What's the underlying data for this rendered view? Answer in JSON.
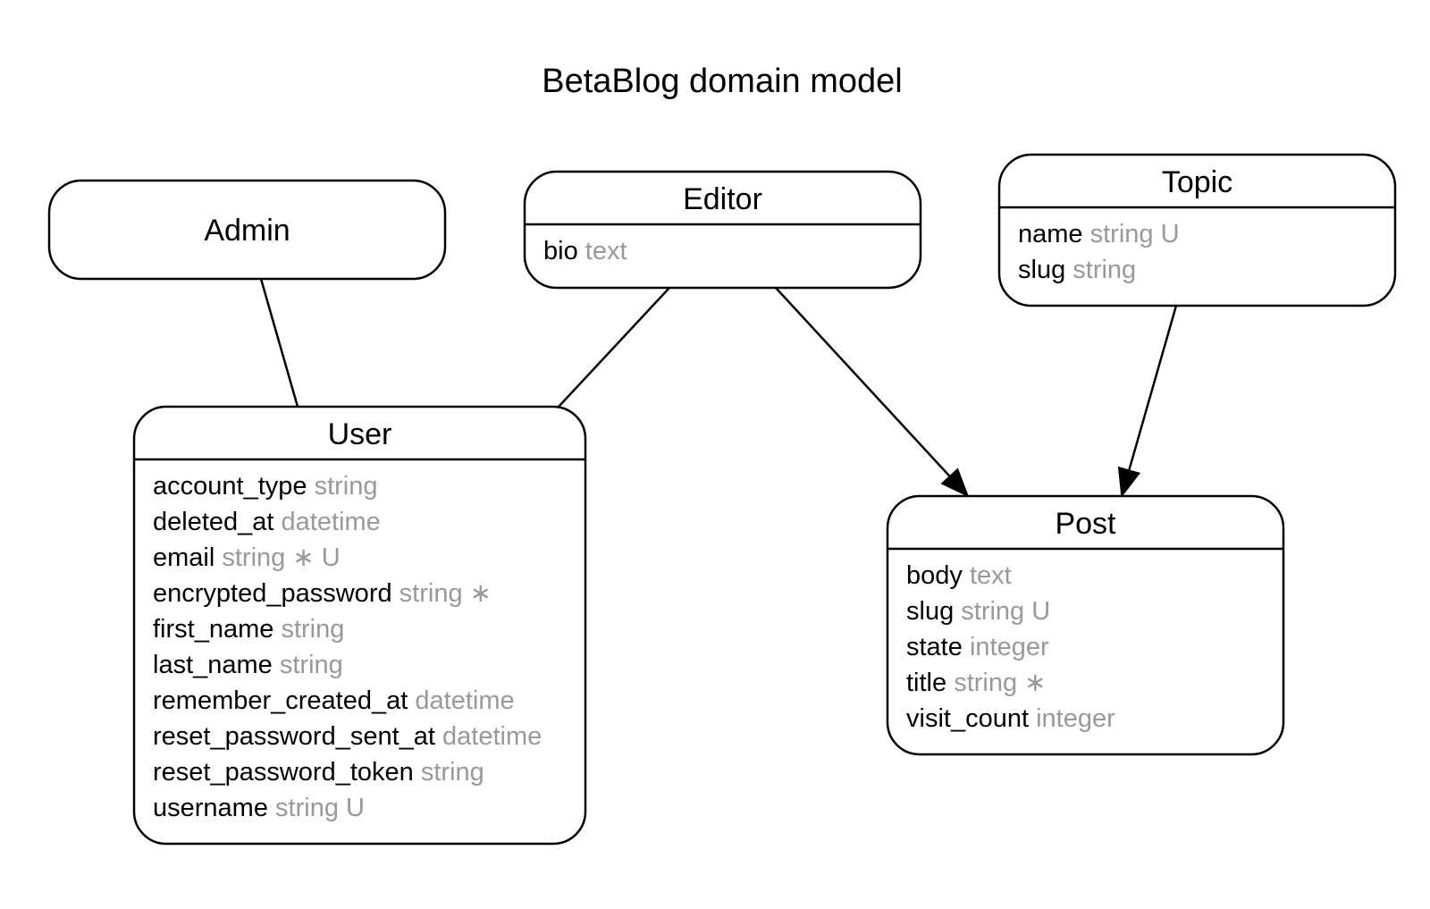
{
  "diagram": {
    "title": "BetaBlog domain model",
    "colors": {
      "line": "#000000",
      "attribute_type": "#999999",
      "background": "#ffffff"
    },
    "entities": [
      {
        "id": "admin",
        "name": "Admin",
        "attributes": []
      },
      {
        "id": "editor",
        "name": "Editor",
        "attributes": [
          {
            "name": "bio",
            "type": "text"
          }
        ]
      },
      {
        "id": "topic",
        "name": "Topic",
        "attributes": [
          {
            "name": "name",
            "type": "string U"
          },
          {
            "name": "slug",
            "type": "string"
          }
        ]
      },
      {
        "id": "user",
        "name": "User",
        "attributes": [
          {
            "name": "account_type",
            "type": "string"
          },
          {
            "name": "deleted_at",
            "type": "datetime"
          },
          {
            "name": "email",
            "type": "string ∗ U"
          },
          {
            "name": "encrypted_password",
            "type": "string ∗"
          },
          {
            "name": "first_name",
            "type": "string"
          },
          {
            "name": "last_name",
            "type": "string"
          },
          {
            "name": "remember_created_at",
            "type": "datetime"
          },
          {
            "name": "reset_password_sent_at",
            "type": "datetime"
          },
          {
            "name": "reset_password_token",
            "type": "string"
          },
          {
            "name": "username",
            "type": "string U"
          }
        ]
      },
      {
        "id": "post",
        "name": "Post",
        "attributes": [
          {
            "name": "body",
            "type": "text"
          },
          {
            "name": "slug",
            "type": "string U"
          },
          {
            "name": "state",
            "type": "integer"
          },
          {
            "name": "title",
            "type": "string ∗"
          },
          {
            "name": "visit_count",
            "type": "integer"
          }
        ]
      }
    ],
    "relations": [
      {
        "from": "admin",
        "to": "user",
        "arrow": false
      },
      {
        "from": "editor",
        "to": "user",
        "arrow": false
      },
      {
        "from": "editor",
        "to": "post",
        "arrow": true
      },
      {
        "from": "topic",
        "to": "post",
        "arrow": true
      }
    ]
  }
}
